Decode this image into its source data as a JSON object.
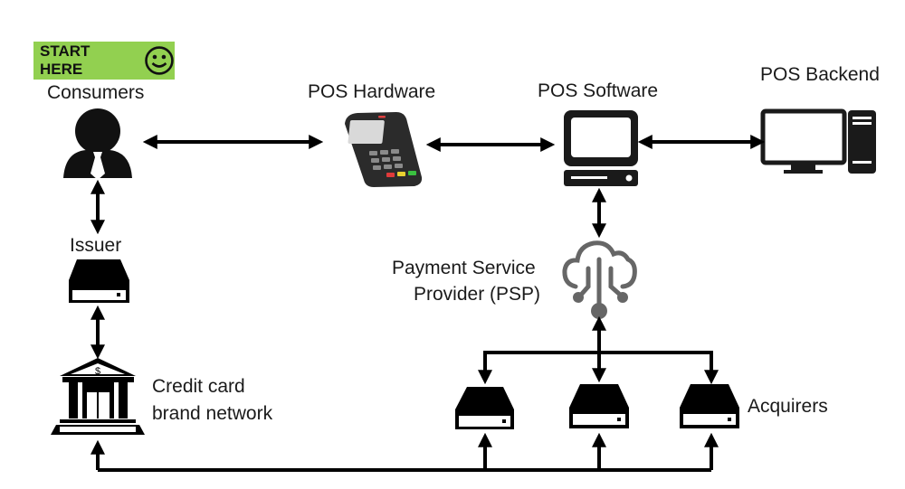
{
  "start_badge": {
    "label": "START HERE",
    "icon": "smiley-face-icon",
    "color": "#92d050"
  },
  "nodes": {
    "consumers": {
      "label": "Consumers",
      "icon": "person-with-tie-icon"
    },
    "pos_hardware": {
      "label": "POS Hardware",
      "icon": "card-terminal-icon"
    },
    "pos_software": {
      "label": "POS Software",
      "icon": "desktop-computer-icon"
    },
    "pos_backend": {
      "label": "POS Backend",
      "icon": "monitor-tower-icon"
    },
    "issuer": {
      "label": "Issuer",
      "icon": "server-drive-icon"
    },
    "psp": {
      "label_line1": "Payment Service",
      "label_line2": "Provider (PSP)",
      "icon": "cloud-network-icon"
    },
    "card_network": {
      "label_line1": "Credit card",
      "label_line2": "brand network",
      "icon": "bank-building-icon"
    },
    "acquirers": {
      "label": "Acquirers",
      "icon": "server-drive-icon",
      "count": 3
    }
  },
  "connections": [
    {
      "from": "Consumers",
      "to": "POS Hardware",
      "direction": "both"
    },
    {
      "from": "POS Hardware",
      "to": "POS Software",
      "direction": "both"
    },
    {
      "from": "POS Software",
      "to": "POS Backend",
      "direction": "both"
    },
    {
      "from": "POS Software",
      "to": "Payment Service Provider (PSP)",
      "direction": "both"
    },
    {
      "from": "Consumers",
      "to": "Issuer",
      "direction": "both"
    },
    {
      "from": "Issuer",
      "to": "Credit card brand network",
      "direction": "both"
    },
    {
      "from": "Payment Service Provider (PSP)",
      "to": "Acquirers",
      "direction": "both"
    },
    {
      "from": "Acquirers",
      "to": "Credit card brand network",
      "direction": "both"
    }
  ]
}
